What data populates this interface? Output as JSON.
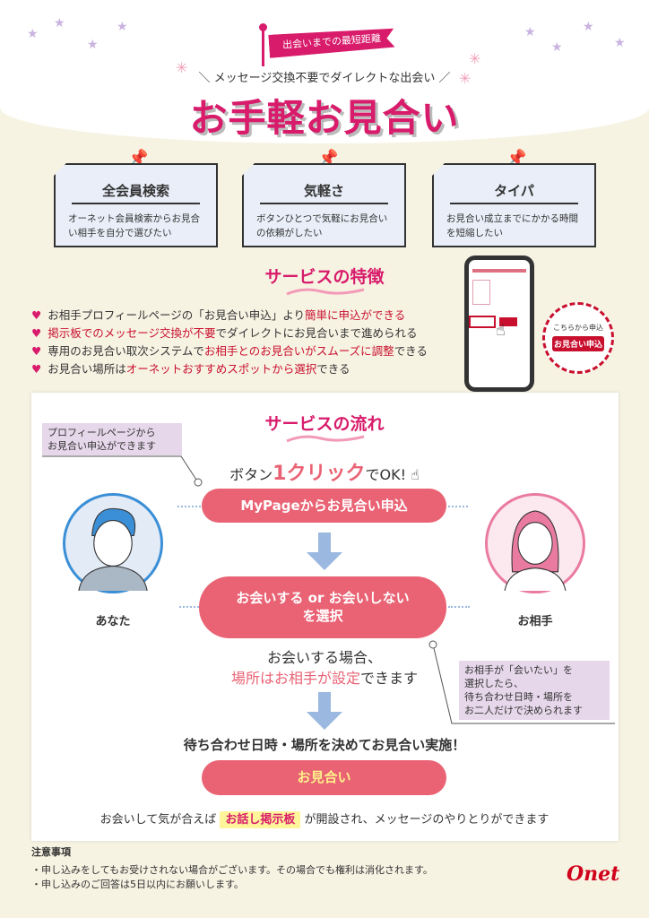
{
  "header": {
    "flag": "出会いまでの最短距離",
    "subtitle": "＼ メッセージ交換不要でダイレクトな出会い ／",
    "title": "お手軽お見合い"
  },
  "cards": [
    {
      "title": "全会員検索",
      "text": "オーネット会員検索からお見合い相手を自分で選びたい"
    },
    {
      "title": "気軽さ",
      "text": "ボタンひとつで気軽にお見合いの依頼がしたい"
    },
    {
      "title": "タイパ",
      "text": "お見合い成立までにかかる時間を短縮したい"
    }
  ],
  "features": {
    "heading": "サービスの特徴",
    "items": [
      {
        "a": "お相手プロフィールページの「お見合い申込」より",
        "b": "簡単に申込ができる",
        "c": ""
      },
      {
        "a": "",
        "b": "掲示板でのメッセージ交換が不要",
        "c": "でダイレクトにお見合いまで進められる"
      },
      {
        "a": "専用のお見合い取次システムで",
        "b": "お相手とのお見合いがスムーズに調整",
        "c": "できる"
      },
      {
        "a": "お見合い場所は",
        "b": "オーネットおすすめスポットから選択",
        "c": "できる"
      }
    ],
    "badge_small": "こちらから申込",
    "badge_button": "お見合い申込"
  },
  "flow": {
    "heading": "サービスの流れ",
    "callout_left": "プロフィールページから\nお見合い申込ができます",
    "oneclick_a": "ボタン",
    "oneclick_b": "1クリック",
    "oneclick_c": "でOK!",
    "step1": "MyPageからお見合い申込",
    "you": "あなた",
    "partner": "お相手",
    "step2_l1": "お会いする or お会いしない",
    "step2_l2": "を選択",
    "place_l1": "お会いする場合、",
    "place_red": "場所はお相手が設定",
    "place_rest": "できます",
    "callout_right": "お相手が「会いたい」を\n選択したら、\n待ち合わせ日時・場所を\nお二人だけで決められます",
    "decide": "待ち合わせ日時・場所を決めてお見合い実施！",
    "step3": "お見合い",
    "last_a": "お会いして気が合えば",
    "last_hl": "お話し掲示板",
    "last_b": "が開設され、メッセージのやりとりができます"
  },
  "notes": {
    "heading": "注意事項",
    "items": [
      "・申し込みをしてもお受けされない場合がございます。その場合でも権利は消化されます。",
      "・申し込みのご回答は5日以内にお願いします。"
    ]
  },
  "logo": "Onet",
  "colors": {
    "brand": "#d81b6b",
    "button": "#e96374",
    "cream": "#f7f3e3"
  }
}
